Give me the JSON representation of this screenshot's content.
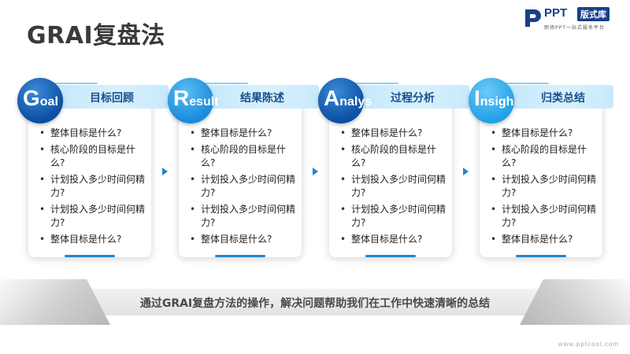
{
  "title": "GRAI复盘法",
  "logo": {
    "brand": "PPT",
    "badge": "版式库",
    "tagline": "职场PPT一站式服务平台"
  },
  "cards": [
    {
      "letter": "G",
      "rest": "oal",
      "label": "目标回顾",
      "items": [
        "整体目标是什么?",
        "核心阶段的目标是什么?",
        "计划投入多少时间何精力?",
        "计划投入多少时间何精力?",
        "整体目标是什么?"
      ]
    },
    {
      "letter": "R",
      "rest": "esult",
      "label": "结果陈述",
      "items": [
        "整体目标是什么?",
        "核心阶段的目标是什么?",
        "计划投入多少时间何精力?",
        "计划投入多少时间何精力?",
        "整体目标是什么?"
      ]
    },
    {
      "letter": "A",
      "rest": "nalys",
      "label": "过程分析",
      "items": [
        "整体目标是什么?",
        "核心阶段的目标是什么?",
        "计划投入多少时间何精力?",
        "计划投入多少时间何精力?",
        "整体目标是什么?"
      ]
    },
    {
      "letter": "I",
      "rest": "nsigh",
      "label": "归类总结",
      "items": [
        "整体目标是什么?",
        "核心阶段的目标是什么?",
        "计划投入多少时间何精力?",
        "计划投入多少时间何精力?",
        "整体目标是什么?"
      ]
    }
  ],
  "summary": "通过GRAI复盘方法的操作，解决问题帮助我们在工作中快速清晰的总结",
  "watermark": "www.pptcool.com",
  "colors": {
    "accent": "#1f86d6",
    "dark_blue": "#0c4fa3",
    "header_bg": "#cdebfb"
  }
}
